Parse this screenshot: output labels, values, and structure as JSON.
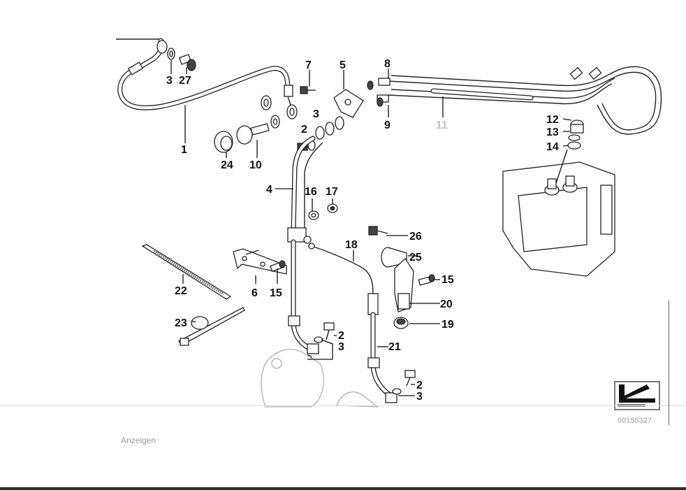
{
  "diagram": {
    "diagram_id": "00155327",
    "callouts": [
      {
        "id": "c1",
        "text": "1"
      },
      {
        "id": "c3a",
        "text": "3"
      },
      {
        "id": "c27",
        "text": "27"
      },
      {
        "id": "c7",
        "text": "7"
      },
      {
        "id": "c5",
        "text": "5"
      },
      {
        "id": "c8",
        "text": "8"
      },
      {
        "id": "c3b",
        "text": "3"
      },
      {
        "id": "c2a",
        "text": "2"
      },
      {
        "id": "c9",
        "text": "9"
      },
      {
        "id": "c11",
        "text": "11"
      },
      {
        "id": "c12",
        "text": "12"
      },
      {
        "id": "c13",
        "text": "13"
      },
      {
        "id": "c14",
        "text": "14"
      },
      {
        "id": "c24",
        "text": "24"
      },
      {
        "id": "c10",
        "text": "10"
      },
      {
        "id": "c4",
        "text": "4"
      },
      {
        "id": "c16",
        "text": "16"
      },
      {
        "id": "c17",
        "text": "17"
      },
      {
        "id": "c26",
        "text": "26"
      },
      {
        "id": "c18",
        "text": "18"
      },
      {
        "id": "c25",
        "text": "25"
      },
      {
        "id": "c15a",
        "text": "15"
      },
      {
        "id": "c22",
        "text": "22"
      },
      {
        "id": "c6",
        "text": "6"
      },
      {
        "id": "c15b",
        "text": "15"
      },
      {
        "id": "c20",
        "text": "20"
      },
      {
        "id": "c23",
        "text": "23"
      },
      {
        "id": "c19",
        "text": "19"
      },
      {
        "id": "c2b",
        "text": "2"
      },
      {
        "id": "c3c",
        "text": "3"
      },
      {
        "id": "c21",
        "text": "21"
      },
      {
        "id": "c2c",
        "text": "2"
      },
      {
        "id": "c3d",
        "text": "3"
      }
    ]
  },
  "ads": {
    "label": "Anzeigen"
  }
}
